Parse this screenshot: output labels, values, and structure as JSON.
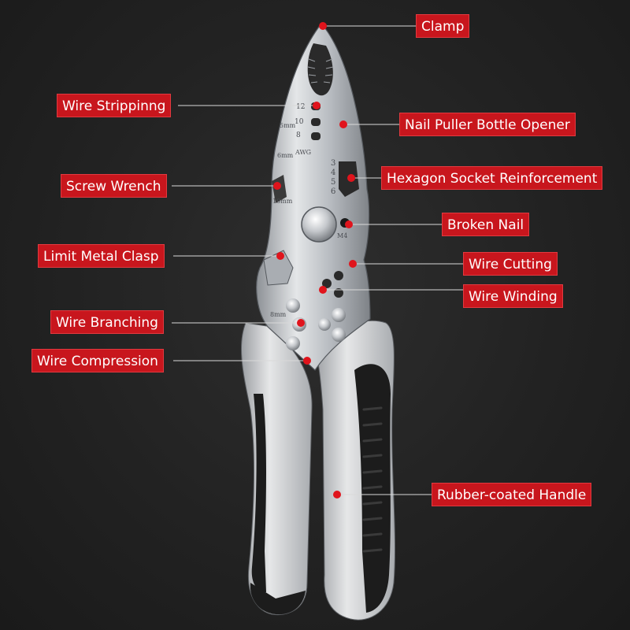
{
  "colors": {
    "background": "#222222",
    "label_background": "#c8161d",
    "label_text": "#ffffff",
    "leader_line": "#d9d9d9",
    "marker_dot": "#e0141c",
    "steel": "#c9ccd0",
    "handle_white": "#d4d6d8",
    "handle_black": "#1c1c1c"
  },
  "engraving": {
    "gauge_12": "12",
    "gauge_10": "10",
    "gauge_8": "8",
    "mm_5": "5mm",
    "awg": "AWG",
    "mm_6": "6mm",
    "hex_3": "3",
    "hex_4": "4",
    "hex_5": "5",
    "hex_6": "6",
    "mm_10": "10mm",
    "m4": "M4",
    "mm_8": "8mm"
  },
  "callouts": [
    {
      "id": "clamp",
      "label": "Clamp"
    },
    {
      "id": "wire-stripping",
      "label": "Wire Strippinng"
    },
    {
      "id": "nail-puller",
      "label": "Nail Puller Bottle Opener"
    },
    {
      "id": "screw-wrench",
      "label": "Screw Wrench"
    },
    {
      "id": "hexagon-socket",
      "label": "Hexagon Socket Reinforcement"
    },
    {
      "id": "broken-nail",
      "label": "Broken Nail"
    },
    {
      "id": "limit-metal-clasp",
      "label": "Limit Metal Clasp"
    },
    {
      "id": "wire-cutting",
      "label": "Wire Cutting"
    },
    {
      "id": "wire-winding",
      "label": "Wire Winding"
    },
    {
      "id": "wire-branching",
      "label": "Wire Branching"
    },
    {
      "id": "wire-compression",
      "label": "Wire Compression"
    },
    {
      "id": "rubber-handle",
      "label": "Rubber-coated Handle"
    }
  ]
}
